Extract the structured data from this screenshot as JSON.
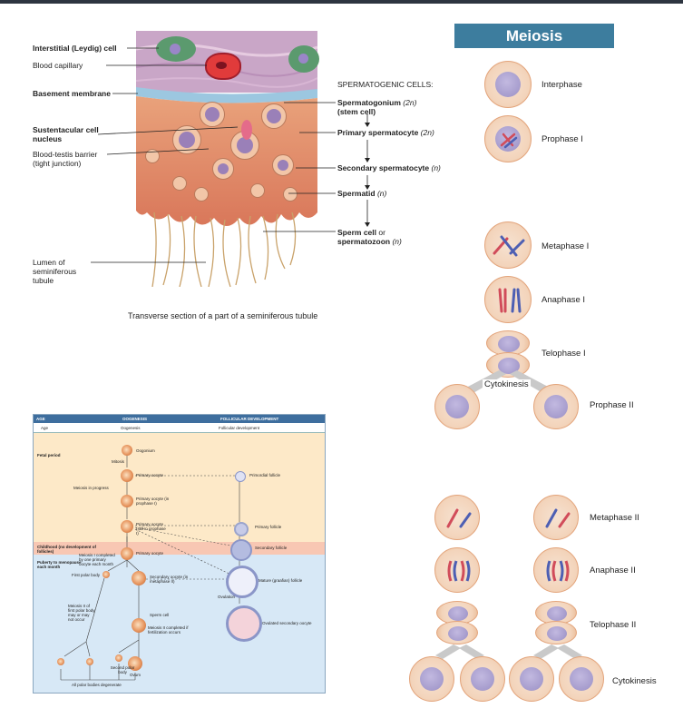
{
  "testis": {
    "left_labels": [
      {
        "text": "Interstitial (Leydig) cell",
        "bold": true
      },
      {
        "text": "Blood capillary",
        "bold": false
      },
      {
        "text": "Basement membrane",
        "bold": true
      },
      {
        "text": "Sustentacular cell",
        "bold": true
      },
      {
        "text": "nucleus",
        "bold": true
      },
      {
        "text": "Blood-testis barrier",
        "bold": false
      },
      {
        "text": "(tight junction)",
        "bold": false
      },
      {
        "text": "Lumen of",
        "bold": false
      },
      {
        "text": "seminiferous",
        "bold": false
      },
      {
        "text": "tubule",
        "bold": false
      }
    ],
    "spermatogenic_heading": "SPERMATOGENIC CELLS:",
    "stages": [
      {
        "name": "Spermatogonium",
        "ploidy": "(2n)",
        "extra": "(stem cell)"
      },
      {
        "name": "Primary spermatocyte",
        "ploidy": "(2n)"
      },
      {
        "name": "Secondary spermatocyte",
        "ploidy": "(n)"
      },
      {
        "name": "Spermatid",
        "ploidy": "(n)"
      },
      {
        "name": "Sperm cell",
        "suffix": "or",
        "extra": "spermatozoon",
        "extra_ploidy": "(n)"
      }
    ],
    "caption": "Transverse section of a part of a seminiferous tubule"
  },
  "meiosis": {
    "title": "Meiosis",
    "stages": [
      "Interphase",
      "Prophase I",
      "Metaphase I",
      "Anaphase I",
      "Telophase I",
      "Cytokinesis",
      "Prophase II",
      "Metaphase II",
      "Anaphase II",
      "Telophase II",
      "Cytokinesis"
    ]
  },
  "oogenesis": {
    "header": {
      "age": "AGE",
      "oogenesis": "OOGENESIS",
      "follicular": "FOLLICULAR DEVELOPMENT"
    },
    "subheader": {
      "age": "Age",
      "oogenesis": "Oogenesis",
      "follicular": "Follicular development"
    },
    "periods": [
      "Fetal period",
      "Childhood (no development of follicles)",
      "Puberty to menopause each month"
    ],
    "labels": [
      "Oogonium",
      "Mitosis",
      "Primary oocyte",
      "Primordial follicle",
      "Meiosis in progress",
      "Primary oocyte (in prophase I)",
      "Primary oocyte (still in prophase I)",
      "Primary follicle",
      "Secondary follicle",
      "Primary oocyte",
      "Meiosis I completed by one primary oocyte each month",
      "First polar body",
      "Secondary oocyte (in metaphase II)",
      "Mature (graafian) follicle",
      "Ovulation",
      "Sperm cell",
      "Ovulated secondary oocyte",
      "Meiosis II of first polar body may or may not occur",
      "Meiosis II completed if fertilization occurs",
      "Second polar body",
      "Ovum",
      "All polar bodies degenerate"
    ]
  },
  "colors": {
    "meiosis_title_bg": "#3d7d9e",
    "oog_header": "#3e6e9e",
    "fetal_bg": "#fde9c8",
    "childhood_bg": "#f8c7b3",
    "puberty_bg": "#d7e8f6"
  }
}
